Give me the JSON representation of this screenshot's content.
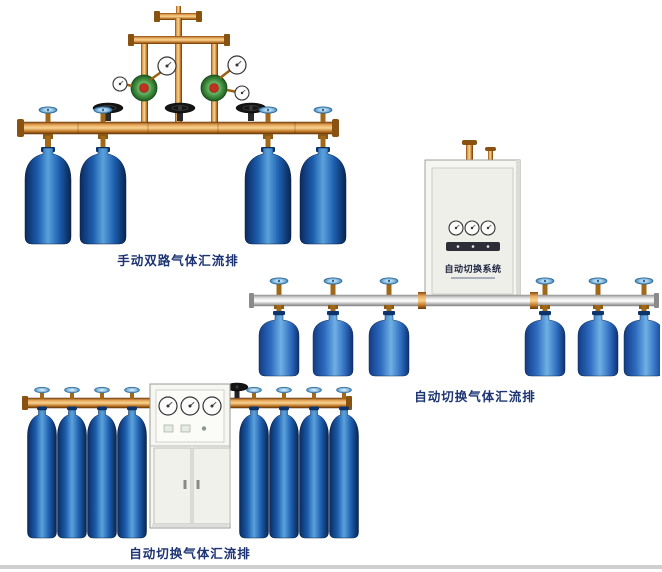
{
  "page": {
    "background_color": "#ffffff"
  },
  "figures": [
    {
      "id": "manual-dual-manifold",
      "caption": "手动双路气体汇流排"
    },
    {
      "id": "auto-switch-manifold-right",
      "caption": "自动切换气体汇流排"
    },
    {
      "id": "auto-switch-manifold-bottom",
      "caption": "自动切换气体汇流排"
    }
  ],
  "cabinet": {
    "label": "自动切换系统"
  },
  "colors": {
    "brass_pipe": "#c07828",
    "cylinder_blue": "#1c5dad",
    "silver_pipe": "#c9c9c9",
    "valve_wheel_blue": "#8cc0e4",
    "regulator_green": "#4a9a48",
    "caption_text": "#1d3473"
  }
}
